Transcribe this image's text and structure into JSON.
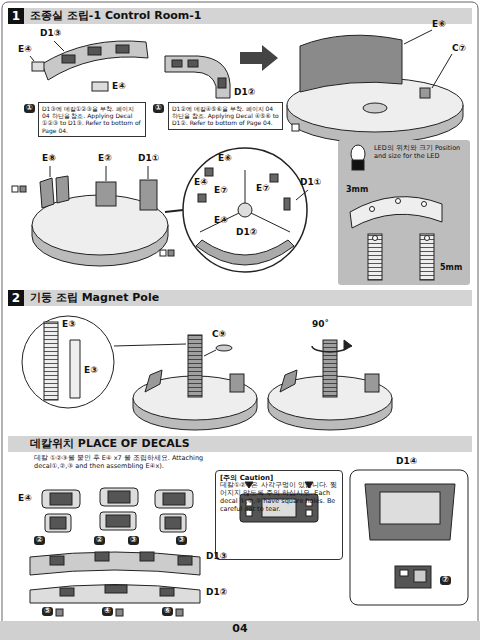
{
  "diagram": {
    "nodes": [
      {
        "text": [
          "조종실 조립-1 Control Room-1"
        ]
      },
      {
        "text": [
          "1"
        ],
        "in": 0
      },
      {
        "text": [
          "D1③에 데칼①②③을 부착. 페이지 04 하단을 참조. Applying Decal ①②③ to D1③. Refer to bottom of Page 04."
        ]
      },
      {
        "text": [
          "D1②에 데칼④⑤⑥을 부착. 페이지 04 하단을 참조. Applying Decal ④⑤⑥ to D1②. Refer to bottom of Page 04."
        ]
      },
      {
        "text": [
          "LED의 위치와 크기 Position and size for the LED"
        ]
      },
      {
        "text": [
          "기둥 조립 Magnet Pole"
        ]
      },
      {
        "text": [
          "2"
        ],
        "in": 5
      },
      {
        "text": [
          "데칼위치 PLACE OF DECALS"
        ]
      },
      {
        "text": [
          "[주의 Caution]",
          "데칼①②③은 사각구멍이 있습니다. 찢어지지 않도록 주의 하십시오. Each decal ①,②,③ have square holes. Be careful not to tear."
        ]
      }
    ],
    "labels": [
      "D1③",
      "E④",
      "E④",
      "D1②",
      "①",
      "①",
      "E⑥",
      "C⑦",
      "E⑧",
      "E②",
      "D1①",
      "E⑥",
      "E④",
      "E⑦",
      "E⑦",
      "E④",
      "D1①",
      "D1②",
      "3mm",
      "5mm",
      "E③",
      "E③",
      "C⑨",
      "90˚",
      "데칼 ①②③을 붙인 후 E④ x7 을 조립하세요. Attaching decal①,②,③ and then assembling E④x).",
      "E④",
      "②",
      "②",
      "③",
      "③",
      "D1③",
      "D1②",
      "⑤",
      "④",
      "⑥",
      "D1④",
      "⑦",
      "04"
    ]
  }
}
